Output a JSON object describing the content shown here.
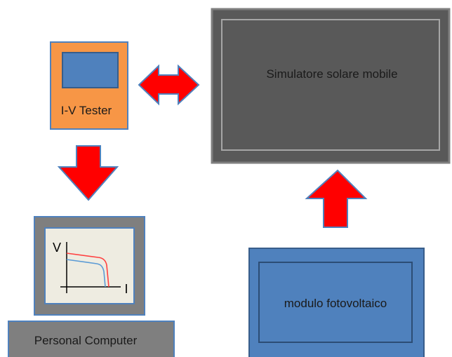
{
  "diagram": {
    "tester_label": "I-V Tester",
    "simulator_label": "Simulatore solare mobile",
    "pc_label": "Personal Computer",
    "module_label": "modulo fotovoltaico",
    "graph_axis_v": "V",
    "graph_axis_i": "I"
  },
  "colors": {
    "tester_fill": "#f79646",
    "tester_screen": "#4f81bd",
    "simulator_fill": "#595959",
    "pc_fill": "#7f7f7f",
    "pc_screen": "#eeece1",
    "module_fill": "#4f81bd",
    "arrow_fill": "#ff0000",
    "curve_red": "#ff4040",
    "curve_blue": "#5b9bd5"
  }
}
